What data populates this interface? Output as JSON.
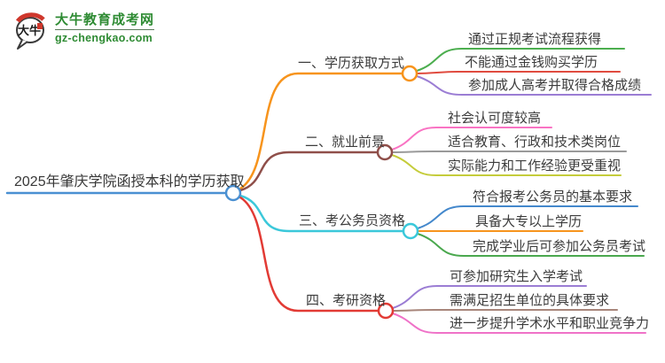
{
  "logo": {
    "title": "大牛教育成考网",
    "url": "gz-chengkao.com",
    "icon_text": "大牛",
    "brand_green": "#2e8b33",
    "seal_red": "#cf372c"
  },
  "mindmap": {
    "root": {
      "label": "2025年肇庆学院函授本科的学历获取",
      "color": "#4a90d2"
    },
    "branches": [
      {
        "label": "一、学历获取方式",
        "color": "#f7941d",
        "children": [
          {
            "label": "通过正规考试流程获得",
            "color": "#4cae4f"
          },
          {
            "label": "不能通过金钱购买学历",
            "color": "#e04b3f"
          },
          {
            "label": "参加成人高考并取得合格成绩",
            "color": "#9b7dd4"
          }
        ]
      },
      {
        "label": "二、就业前景",
        "color": "#8f4f4a",
        "children": [
          {
            "label": "社会认可度较高",
            "color": "#f973c3"
          },
          {
            "label": "适合教育、行政和技术类岗位",
            "color": "#9a9a9a"
          },
          {
            "label": "实际能力和工作经验更受重视",
            "color": "#c5cc3b"
          }
        ]
      },
      {
        "label": "三、考公务员资格",
        "color": "#3bc8da",
        "children": [
          {
            "label": "符合报考公务员的基本要求",
            "color": "#4488cc"
          },
          {
            "label": "具备大专以上学历",
            "color": "#f7941d"
          },
          {
            "label": "完成学业后可参加公务员考试",
            "color": "#4aa84e"
          }
        ]
      },
      {
        "label": "四、考研资格",
        "color": "#e23b35",
        "children": [
          {
            "label": "可参加研究生入学考试",
            "color": "#9b7dd4"
          },
          {
            "label": "需满足招生单位的具体要求",
            "color": "#a8867b"
          },
          {
            "label": "进一步提升学术水平和职业竞争力",
            "color": "#ef72c8"
          }
        ]
      }
    ]
  }
}
